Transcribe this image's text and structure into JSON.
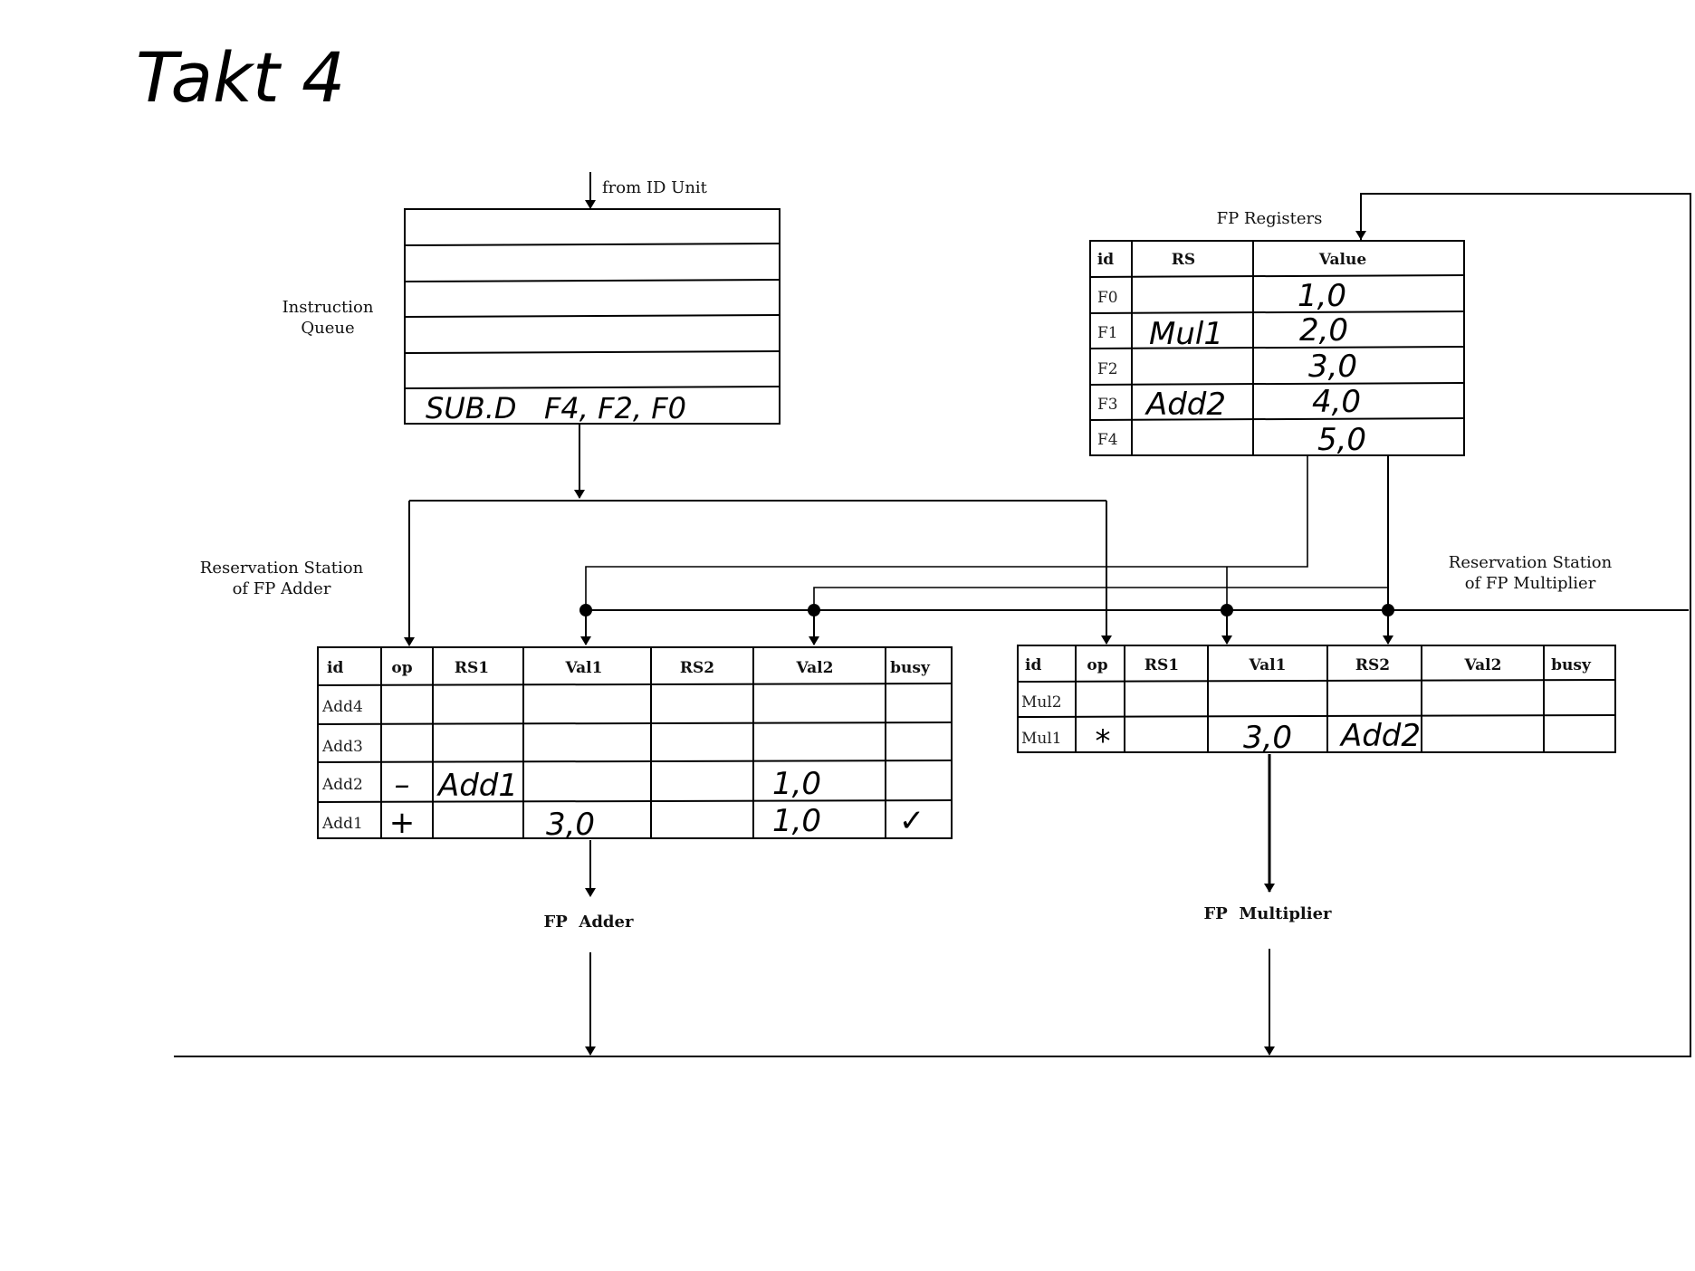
{
  "title": "Takt 4",
  "instruction_queue": {
    "label_lines": [
      "Instruction",
      "Queue"
    ],
    "input_label": "from ID Unit",
    "rows": [
      "",
      "",
      "",
      "",
      "",
      "SUB.D   F4, F2, F0"
    ]
  },
  "fp_registers": {
    "label": "FP Registers",
    "headers": [
      "id",
      "RS",
      "Value"
    ],
    "rows": [
      {
        "id": "F0",
        "rs": "",
        "value": "1,0"
      },
      {
        "id": "F1",
        "rs": "Mul1",
        "value": "2,0"
      },
      {
        "id": "F2",
        "rs": "",
        "value": "3,0"
      },
      {
        "id": "F3",
        "rs": "Add2",
        "value": "4,0"
      },
      {
        "id": "F4",
        "rs": "",
        "value": "5,0"
      }
    ]
  },
  "rs_adder": {
    "label_lines": [
      "Reservation Station",
      "of FP Adder"
    ],
    "headers": [
      "id",
      "op",
      "RS1",
      "Val1",
      "RS2",
      "Val2",
      "busy"
    ],
    "rows": [
      [
        "Add4",
        "",
        "",
        "",
        "",
        "",
        ""
      ],
      [
        "Add3",
        "",
        "",
        "",
        "",
        "",
        ""
      ],
      [
        "Add2",
        "–",
        "Add1",
        "",
        "",
        "1,0",
        ""
      ],
      [
        "Add1",
        "+",
        "",
        "3,0",
        "",
        "1,0",
        "✓"
      ]
    ]
  },
  "rs_multiplier": {
    "label_lines": [
      "Reservation Station",
      "of FP Multiplier"
    ],
    "headers": [
      "id",
      "op",
      "RS1",
      "Val1",
      "RS2",
      "Val2",
      "busy"
    ],
    "rows": [
      [
        "Mul2",
        "",
        "",
        "",
        "",
        "",
        ""
      ],
      [
        "Mul1",
        "*",
        "",
        "3,0",
        "Add2",
        "",
        ""
      ]
    ]
  },
  "units": {
    "adder": "FP  Adder",
    "multiplier": "FP  Multiplier"
  }
}
